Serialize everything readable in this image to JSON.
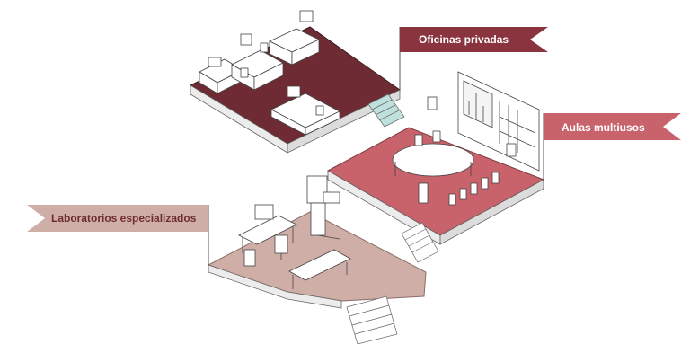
{
  "labels": {
    "offices": "Oficinas privadas",
    "classrooms": "Aulas multiusos",
    "labs": "Laboratorios especializados"
  },
  "colors": {
    "offices_floor": "#6f2b33",
    "classrooms_floor": "#c9636b",
    "labs_floor": "#cfaea7",
    "offices_banner": "#8a3440",
    "classrooms_banner": "#c9636b",
    "labs_banner": "#cfaea7",
    "line": "#555555",
    "step": "#bfe1de"
  },
  "icons": [
    "desk-icon",
    "computer-icon",
    "chair-icon",
    "conference-table-icon",
    "whiteboard-icon",
    "exam-table-icon",
    "medical-equipment-icon",
    "staircase-icon"
  ]
}
